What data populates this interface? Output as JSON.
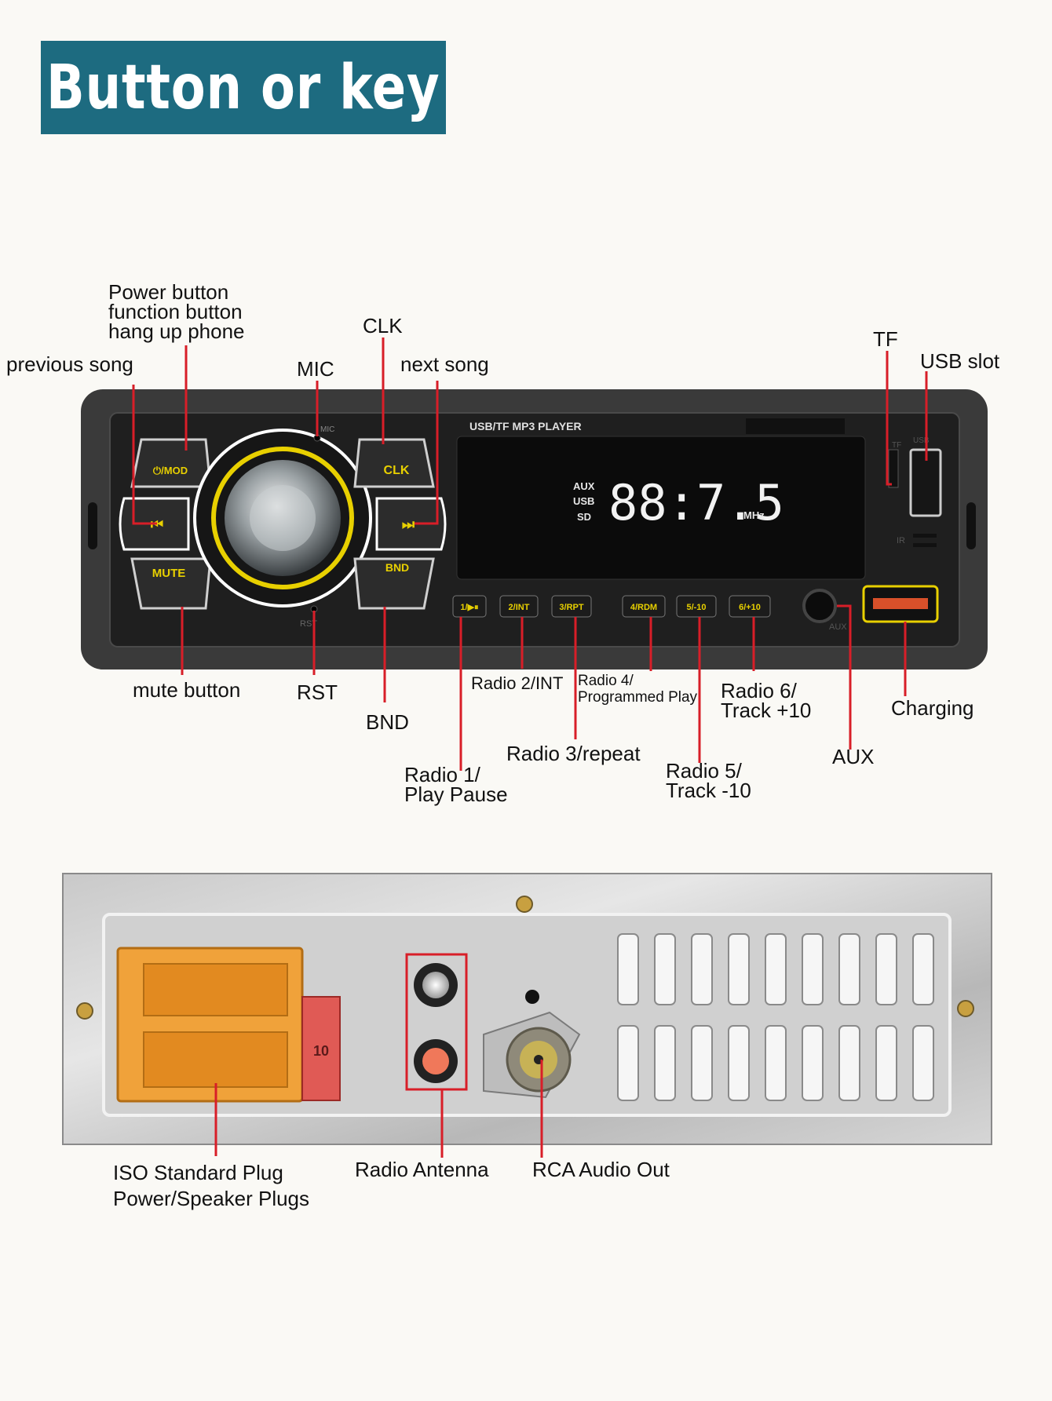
{
  "title": "Button or key",
  "front_panel": {
    "header_text": "USB/TF MP3 PLAYER",
    "mic_mark": "MIC",
    "rst_mark": "RST",
    "tf_mark": "TF",
    "usb_mark": "USB",
    "ir_mark": "IR",
    "aux_mark": "AUX",
    "display": {
      "source_lines": [
        "AUX",
        "USB",
        "SD"
      ],
      "digits": "88:7.5",
      "unit": "MHz"
    },
    "left_buttons": {
      "power_mod": "⏻/MOD",
      "prev": "⏮",
      "mute": "MUTE",
      "clk": "CLK",
      "next": "⏭",
      "bnd": "BND"
    },
    "preset_buttons": [
      "1/▶⏸",
      "2/INT",
      "3/RPT",
      "4/RDM",
      "5/-10",
      "6/+10"
    ]
  },
  "labels": {
    "power": [
      "Power button",
      "function button",
      "hang up phone"
    ],
    "previous": "previous song",
    "mic": "MIC",
    "clk": "CLK",
    "next": "next song",
    "tf": "TF",
    "usb": "USB slot",
    "mute": "mute button",
    "rst": "RST",
    "bnd": "BND",
    "radio1": [
      "Radio 1/",
      "Play Pause"
    ],
    "radio2": "Radio 2/INT",
    "radio3": "Radio 3/repeat",
    "radio4": [
      "Radio 4/",
      "Programmed Play"
    ],
    "radio5": [
      "Radio 5/",
      "Track -10"
    ],
    "radio6": [
      "Radio 6/",
      "Track +10"
    ],
    "aux": "AUX",
    "charging": "Charging",
    "iso": [
      "ISO Standard Plug",
      "Power/Speaker Plugs"
    ],
    "antenna": "Radio Antenna",
    "rca": "RCA Audio Out"
  },
  "back_panel": {
    "fuse_mark": "10"
  },
  "colors": {
    "title_bg": "#1d6b80",
    "leader_line": "#d81e28",
    "button_accent": "#e8d000",
    "iso_plug": "#f0a23a"
  }
}
